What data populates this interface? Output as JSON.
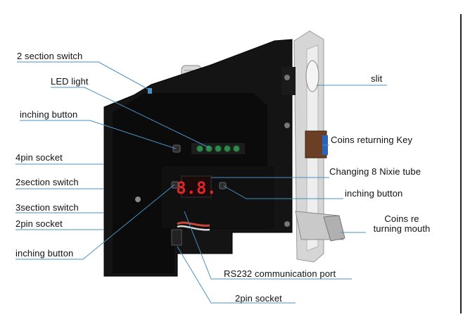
{
  "labels": {
    "two_section_switch_top": "2 section switch",
    "led_light": "LED light",
    "inching_button_top": "inching button",
    "four_pin_socket": "4pin socket",
    "two_section_switch": "2section switch",
    "three_section_switch": "3section switch",
    "two_pin_socket_left": "2pin socket",
    "inching_button_bottom": "inching button",
    "slit": "slit",
    "coins_returning_key": "Coins returning Key",
    "nixie_tube": "Changing 8 Nixie tube",
    "inching_button_right": "inching button",
    "coins_return_mouth_line1": "Coins re",
    "coins_return_mouth_line2": "turning mouth",
    "rs232_port": "RS232 communication port",
    "two_pin_socket_bottom": "2pin socket"
  },
  "display_readout": "8.8.",
  "colors": {
    "leader_line": "#4a90c2",
    "body": "#141414",
    "panel": "#0c0c0c",
    "led_green": "#2e8a4a",
    "display_red": "#e0262b",
    "wire_red": "#c8463a",
    "metal": "#c9c9c9",
    "key_blue": "#2a63b8",
    "key_brown": "#6b3f23"
  }
}
